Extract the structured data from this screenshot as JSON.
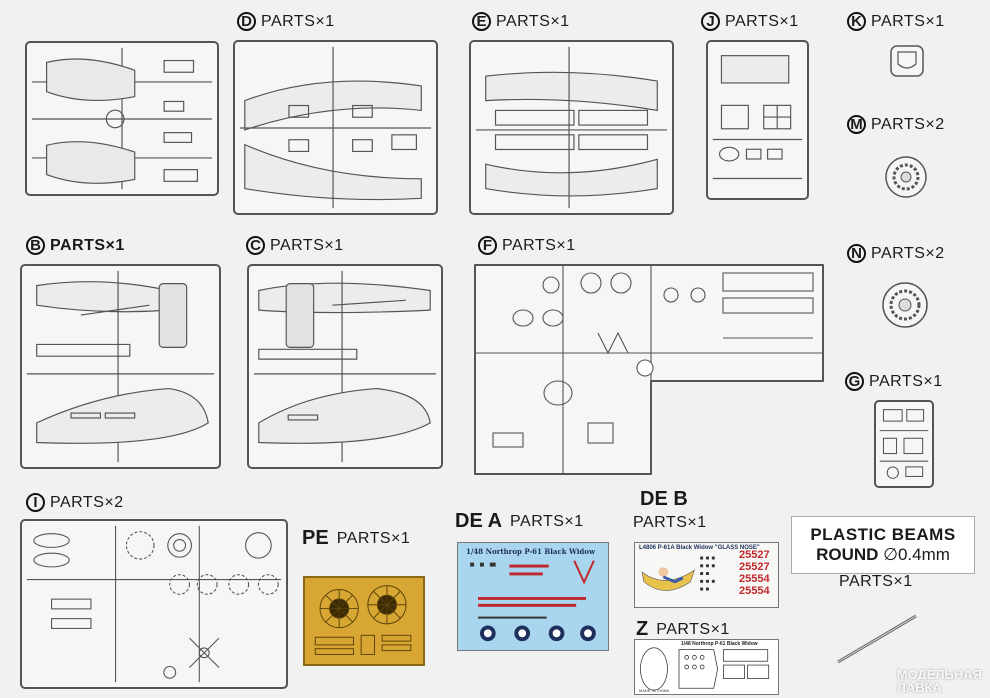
{
  "labels": {
    "D": {
      "letter": "D",
      "text": "PARTS×1"
    },
    "E": {
      "letter": "E",
      "text": "PARTS×1"
    },
    "J": {
      "letter": "J",
      "text": "PARTS×1"
    },
    "K": {
      "letter": "K",
      "text": "PARTS×1"
    },
    "M": {
      "letter": "M",
      "text": "PARTS×2"
    },
    "B": {
      "letter": "B",
      "text": "PARTS×1"
    },
    "C": {
      "letter": "C",
      "text": "PARTS×1"
    },
    "F": {
      "letter": "F",
      "text": "PARTS×1"
    },
    "N": {
      "letter": "N",
      "text": "PARTS×2"
    },
    "G": {
      "letter": "G",
      "text": "PARTS×1"
    },
    "I": {
      "letter": "I",
      "text": "PARTS×2"
    },
    "PE": {
      "letter": "PE",
      "text": "PARTS×1"
    },
    "DEA": {
      "letter": "DE  A",
      "text": "PARTS×1"
    },
    "DEB": {
      "letter": "DE  B",
      "text": "PARTS×1"
    },
    "Z": {
      "letter": "Z",
      "text": "PARTS×1"
    }
  },
  "beams": {
    "line1": "PLASTIC BEAMS",
    "line2_word": "ROUND",
    "line2_size": "∅0.4mm",
    "count": "PARTS×1"
  },
  "decal_a": {
    "title": "1/48 Northrop P-61 Black Widow",
    "background": "#a9d5ef"
  },
  "decal_b": {
    "title": "L4806 P-61A Black Widow \"GLASS NOSE\"",
    "numbers": [
      "25527",
      "25527",
      "25554",
      "25554"
    ],
    "number_color": "#c0282b"
  },
  "decal_z": {
    "title": "1/48 Northrop P-61 Black Widow",
    "footer": "MADE IN CHINA"
  },
  "watermark": {
    "line1": "МОДЕЛЬНАЯ",
    "line2": "ЛАВКА"
  }
}
